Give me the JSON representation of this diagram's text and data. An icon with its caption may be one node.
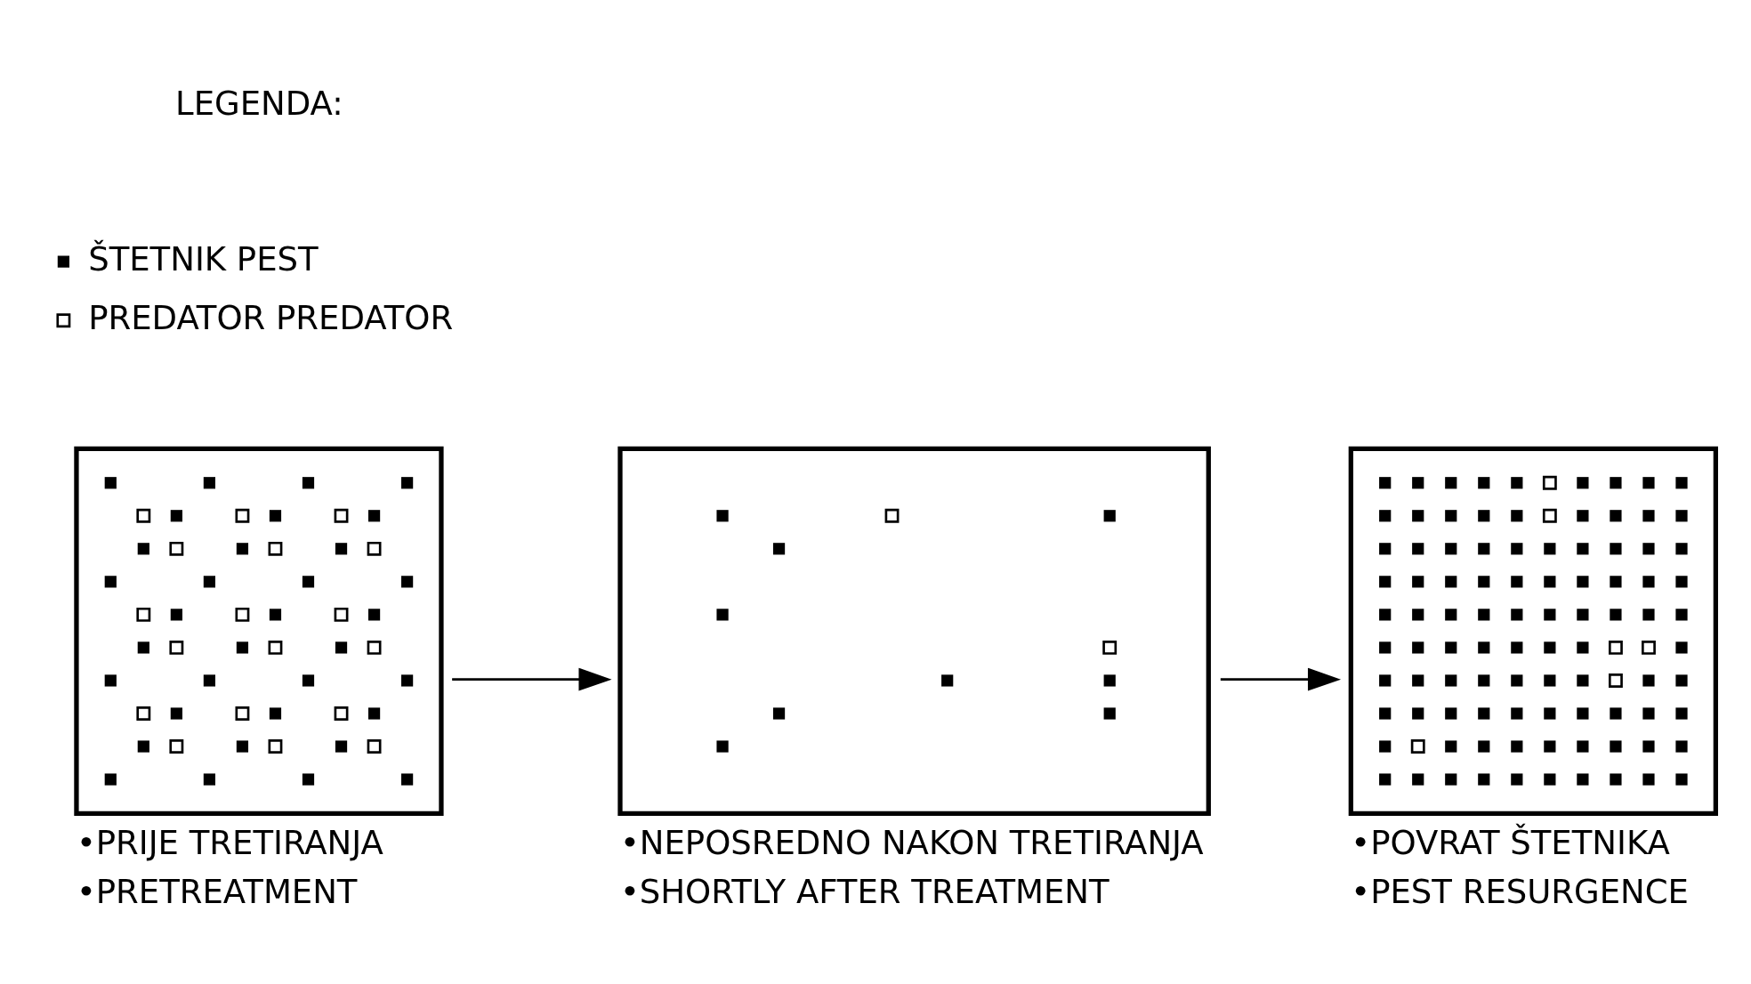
{
  "diagram": {
    "nodes": [
      {
        "text": [],
        "shape": "picture",
        "beside": [
          "•PRIJE TRETIRANJA",
          "•PRETREATMENT"
        ]
      },
      {
        "text": [],
        "shape": "picture",
        "beside": [
          "•NEPOSREDNO NAKON TRETIRANJA",
          "•SHORTLY AFTER TREATMENT"
        ]
      },
      {
        "text": [],
        "shape": "picture",
        "beside": [
          "•POVRAT ŠTETNIKA",
          "•PEST RESURGENCE"
        ]
      }
    ],
    "edges": [
      {
        "from": 0,
        "to": 1,
        "arrow": "to"
      },
      {
        "from": 1,
        "to": 2,
        "arrow": "to"
      }
    ],
    "labels": [
      "LEGENDA:"
    ],
    "legend": [
      {
        "text": "ŠTETNIK PEST"
      },
      {
        "text": "PREDATOR PREDATOR"
      }
    ]
  }
}
